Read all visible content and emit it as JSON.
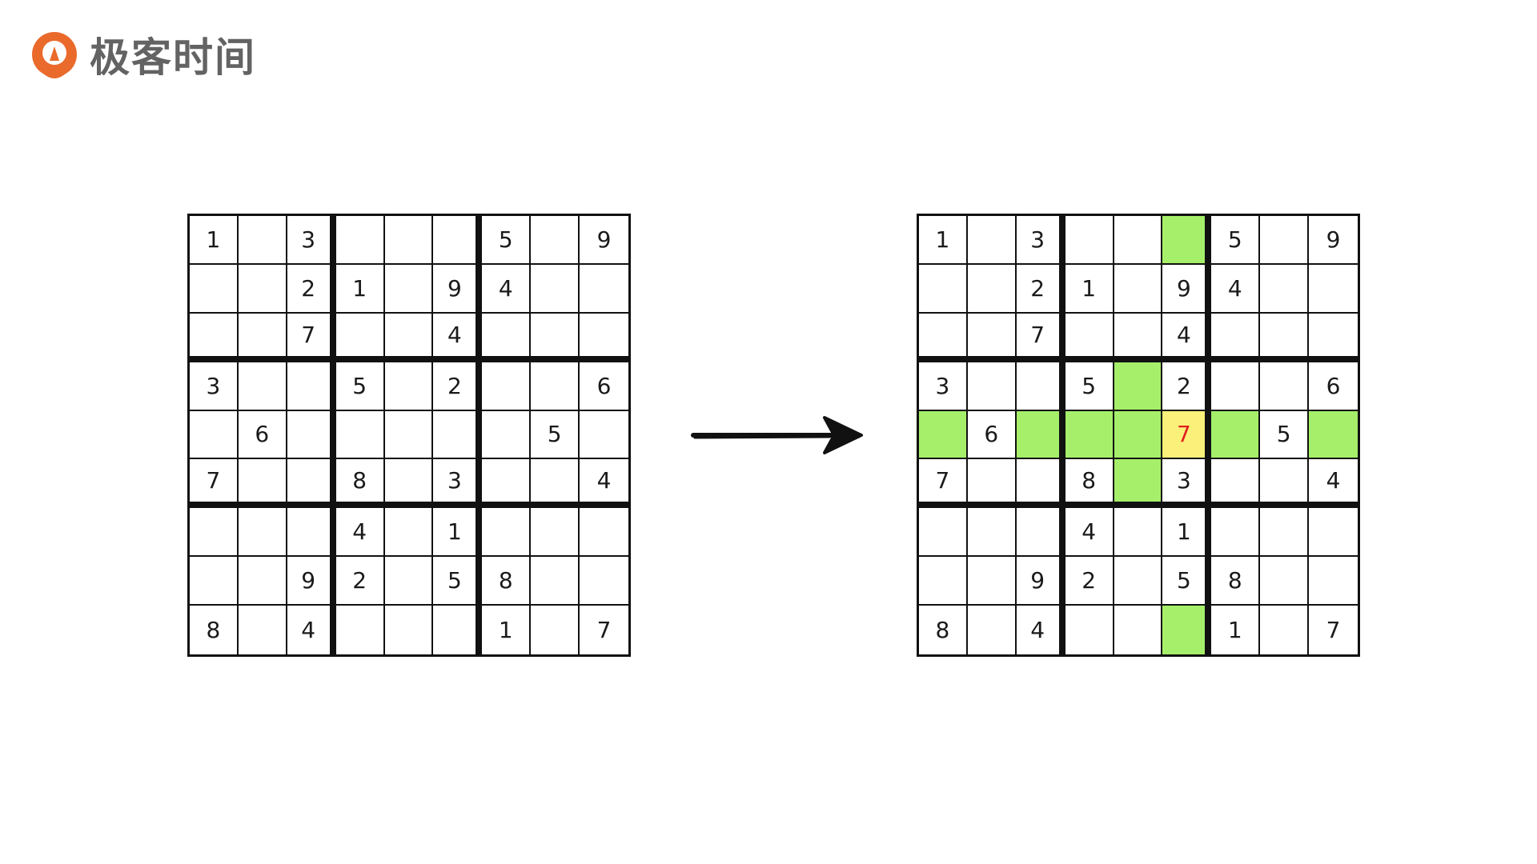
{
  "brand": {
    "logo_text": "极客时间",
    "logo_color": "#ea6a2c",
    "text_color": "#636363"
  },
  "colors": {
    "highlight_related": "#a5ef6a",
    "highlight_target": "#fbf07a",
    "target_digit": "#e02020"
  },
  "arrow": {
    "icon": "right-arrow-icon"
  },
  "puzzle": [
    [
      "1",
      "",
      "3",
      "",
      "",
      "",
      "5",
      "",
      "9"
    ],
    [
      "",
      "",
      "2",
      "1",
      "",
      "9",
      "4",
      "",
      ""
    ],
    [
      "",
      "",
      "7",
      "",
      "",
      "4",
      "",
      "",
      ""
    ],
    [
      "3",
      "",
      "",
      "5",
      "",
      "2",
      "",
      "",
      "6"
    ],
    [
      "",
      "6",
      "",
      "",
      "",
      "",
      "",
      "5",
      ""
    ],
    [
      "7",
      "",
      "",
      "8",
      "",
      "3",
      "",
      "",
      "4"
    ],
    [
      "",
      "",
      "",
      "4",
      "",
      "1",
      "",
      "",
      ""
    ],
    [
      "",
      "",
      "9",
      "2",
      "",
      "5",
      "8",
      "",
      ""
    ],
    [
      "8",
      "",
      "4",
      "",
      "",
      "",
      "1",
      "",
      "7"
    ]
  ],
  "solved_step": {
    "grid": [
      [
        "1",
        "",
        "3",
        "",
        "",
        "",
        "5",
        "",
        "9"
      ],
      [
        "",
        "",
        "2",
        "1",
        "",
        "9",
        "4",
        "",
        ""
      ],
      [
        "",
        "",
        "7",
        "",
        "",
        "4",
        "",
        "",
        ""
      ],
      [
        "3",
        "",
        "",
        "5",
        "",
        "2",
        "",
        "",
        "6"
      ],
      [
        "",
        "6",
        "",
        "",
        "",
        "7",
        "",
        "5",
        ""
      ],
      [
        "7",
        "",
        "",
        "8",
        "",
        "3",
        "",
        "",
        "4"
      ],
      [
        "",
        "",
        "",
        "4",
        "",
        "1",
        "",
        "",
        ""
      ],
      [
        "",
        "",
        "9",
        "2",
        "",
        "5",
        "8",
        "",
        ""
      ],
      [
        "8",
        "",
        "4",
        "",
        "",
        "",
        "1",
        "",
        "7"
      ]
    ],
    "target_cell": {
      "row": 4,
      "col": 5,
      "value": "7"
    },
    "highlighted_cells": [
      [
        0,
        5
      ],
      [
        3,
        4
      ],
      [
        4,
        0
      ],
      [
        4,
        2
      ],
      [
        4,
        3
      ],
      [
        4,
        4
      ],
      [
        4,
        6
      ],
      [
        4,
        8
      ],
      [
        5,
        4
      ],
      [
        8,
        5
      ]
    ]
  }
}
